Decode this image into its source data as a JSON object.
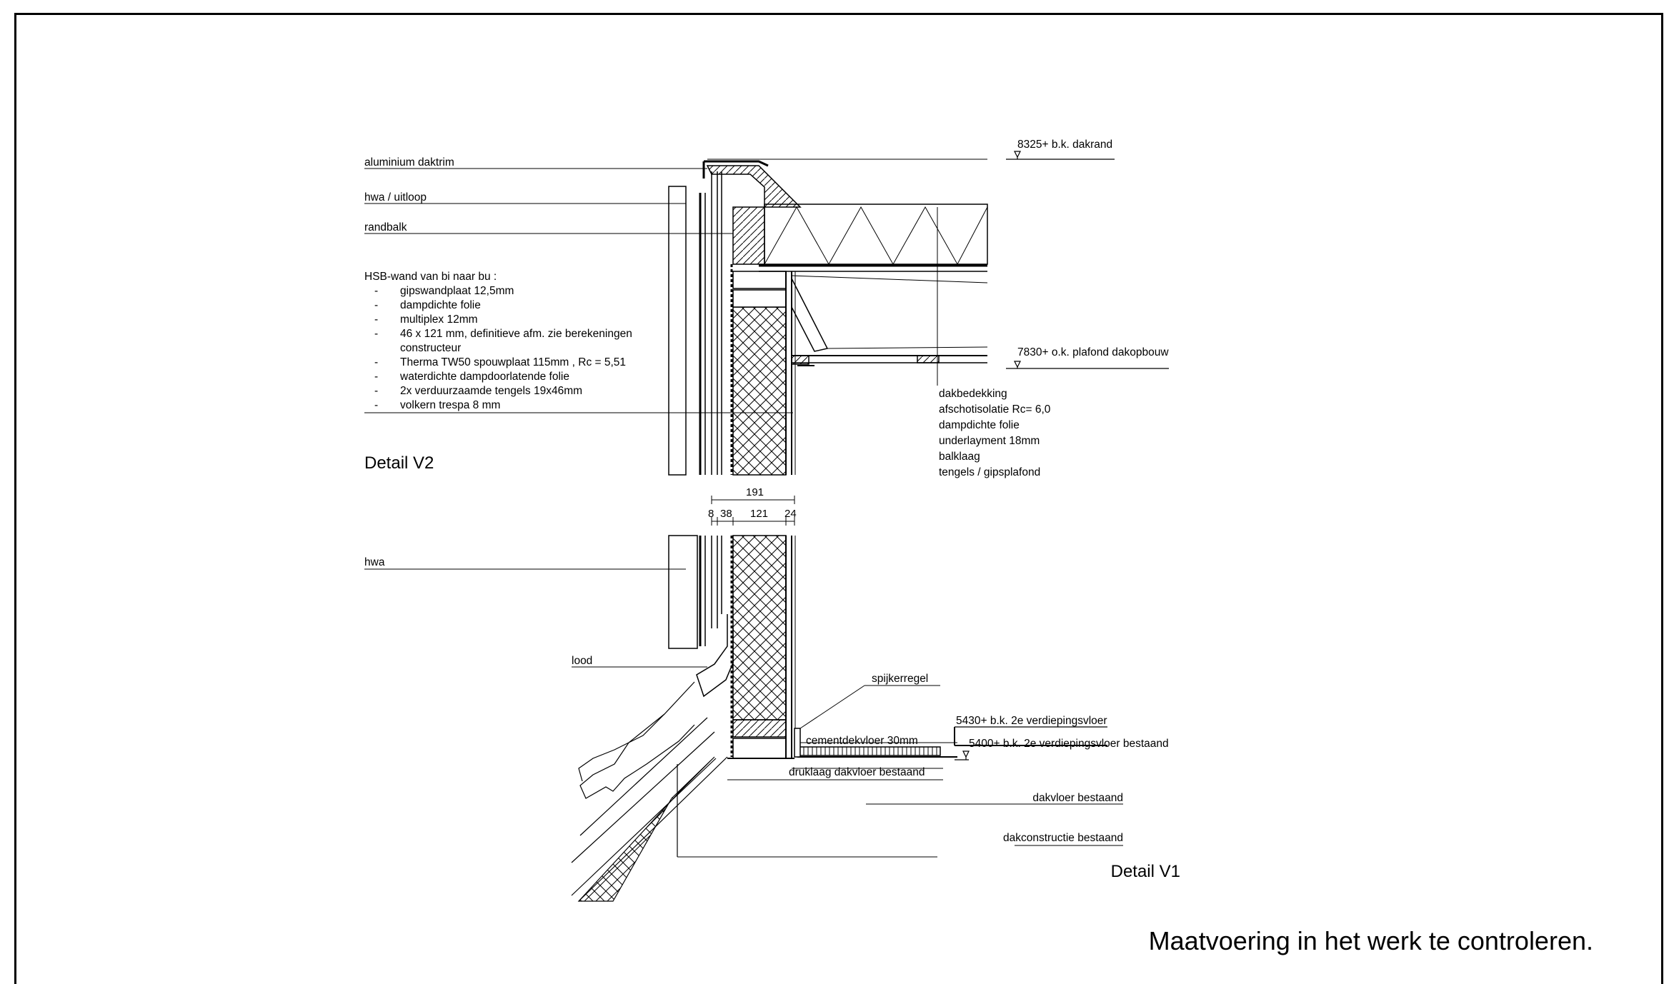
{
  "labels": {
    "aluminium_daktrim": "aluminium daktrim",
    "hwa_uitloop": "hwa / uitloop",
    "randbalk": "randbalk",
    "hwa": "hwa",
    "lood": "lood",
    "spijkerregel": "spijkerregel",
    "cementdekvloer": "cementdekvloer 30mm",
    "druklaag": "druklaag dakvloer bestaand",
    "dakvloer_bestaand": "dakvloer bestaand",
    "dakconstructie_bestaand": "dakconstructie bestaand"
  },
  "hsb": {
    "title": "HSB-wand van bi naar bu :",
    "bullet": "-",
    "items": [
      "gipswandplaat 12,5mm",
      "dampdichte folie",
      "multiplex 12mm",
      "46 x 121 mm, definitieve afm. zie berekeningen",
      "constructeur",
      "Therma TW50 spouwplaat 115mm , Rc = 5,51",
      "waterdichte dampdoorlatende folie",
      "2x verduurzaamde tengels 19x46mm",
      "volkern trespa 8 mm"
    ]
  },
  "roof_build_up": [
    "dakbedekking",
    "afschotisolatie  Rc= 6,0",
    "dampdichte folie",
    "underlayment 18mm",
    "balklaag",
    "tengels / gipsplafond"
  ],
  "levels": {
    "dakrand": "8325+  b.k. dakrand",
    "plafond": "7830+  o.k. plafond dakopbouw",
    "verdieping": "5430+  b.k. 2e verdiepingsvloer",
    "verdieping_bestaand": "5400+  b.k. 2e verdiepingsvloer bestaand"
  },
  "dimensions": {
    "total": "191",
    "parts": [
      "8",
      "38",
      "121",
      "24"
    ]
  },
  "details": {
    "v2": "Detail V2",
    "v1": "Detail V1"
  },
  "footer_note": "Maatvoering in het werk te controleren."
}
